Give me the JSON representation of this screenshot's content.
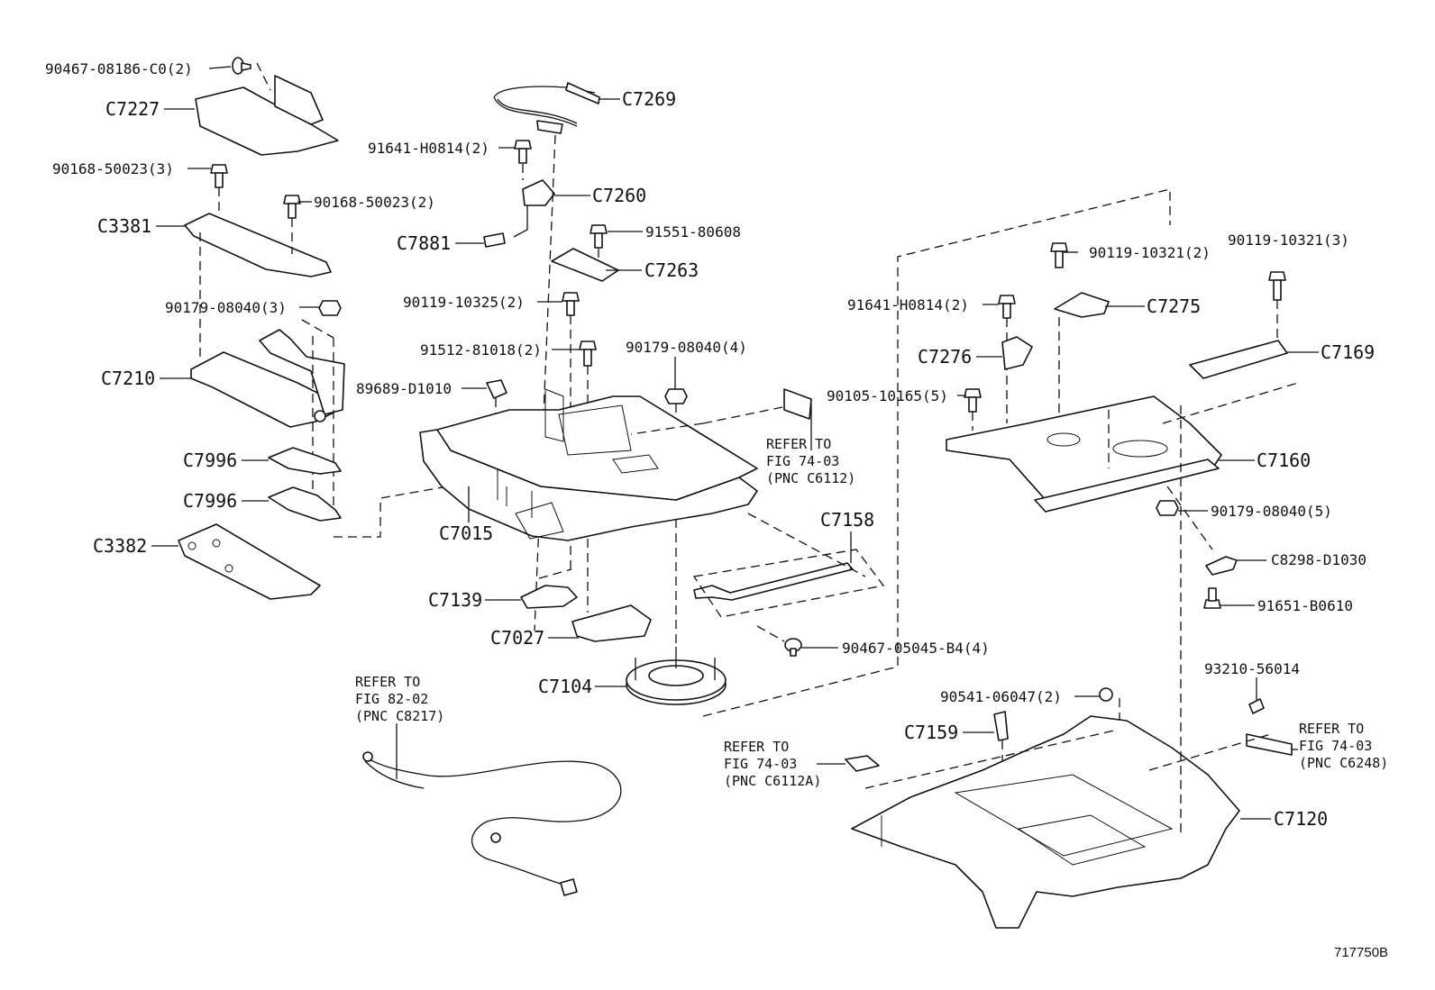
{
  "diagram_code": "717750B",
  "callouts": {
    "c1": "90467-08186-C0(2)",
    "c2": "C7227",
    "c3": "90168-50023(3)",
    "c4": "90168-50023(2)",
    "c5": "C3381",
    "c6": "90179-08040(3)",
    "c7": "C7210",
    "c8": "C7996",
    "c9": "C7996",
    "c10": "C3382",
    "c11": "C7269",
    "c12": "91641-H0814(2)",
    "c13": "C7260",
    "c14": "C7881",
    "c15": "91551-80608",
    "c16": "C7263",
    "c17": "90119-10325(2)",
    "c18": "91512-81018(2)",
    "c19": "90179-08040(4)",
    "c20": "89689-D1010",
    "c21": "C7015",
    "c22": "C7158",
    "c23": "C7139",
    "c24": "C7027",
    "c25": "C7104",
    "c26": "90467-05045-B4(4)",
    "c27": "90119-10321(2)",
    "c28": "90119-10321(3)",
    "c29": "91641-H0814(2)",
    "c30": "C7275",
    "c31": "C7276",
    "c32": "C7169",
    "c33": "90105-10165(5)",
    "c34": "C7160",
    "c35": "90179-08040(5)",
    "c36": "C8298-D1030",
    "c37": "91651-B0610",
    "c38": "93210-56014",
    "c39": "90541-06047(2)",
    "c40": "C7159",
    "c41": "C7120"
  },
  "refs": {
    "r1": [
      "REFER TO",
      "FIG 74-03",
      "(PNC C6112)"
    ],
    "r2": [
      "REFER TO",
      "FIG 82-02",
      "(PNC C8217)"
    ],
    "r3": [
      "REFER TO",
      "FIG 74-03",
      "(PNC C6112A)"
    ],
    "r4": [
      "REFER TO",
      "FIG 74-03",
      "(PNC C6248)"
    ]
  }
}
